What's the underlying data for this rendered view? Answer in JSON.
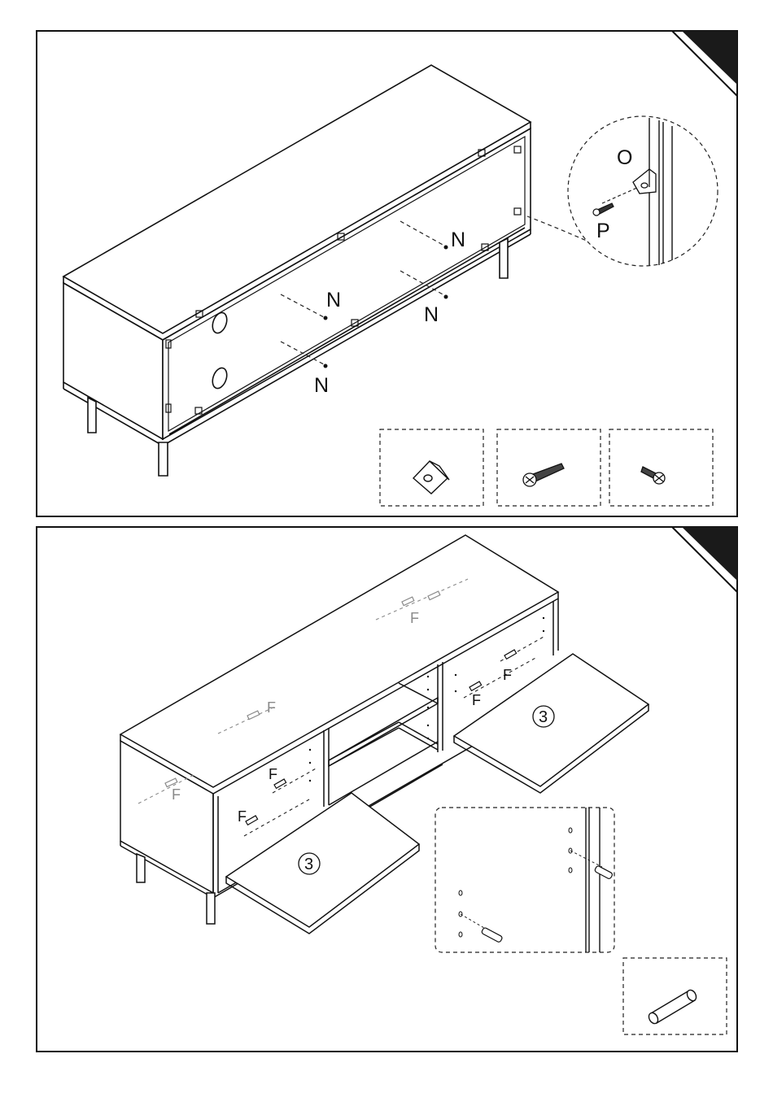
{
  "step1": {
    "label_n": "N",
    "label_o": "O",
    "label_p": "P",
    "parts": [
      {
        "icon": "corner-bracket-icon"
      },
      {
        "icon": "long-screw-icon"
      },
      {
        "icon": "short-screw-icon"
      }
    ]
  },
  "step2": {
    "label_f": "F",
    "panel_number": "3",
    "parts": [
      {
        "icon": "wooden-dowel-icon"
      }
    ]
  },
  "colors": {
    "line": "#1a1a1a",
    "corner_tab": "#1a1a1a",
    "dash": "#222222",
    "faded_label": "#8a8a8a"
  }
}
